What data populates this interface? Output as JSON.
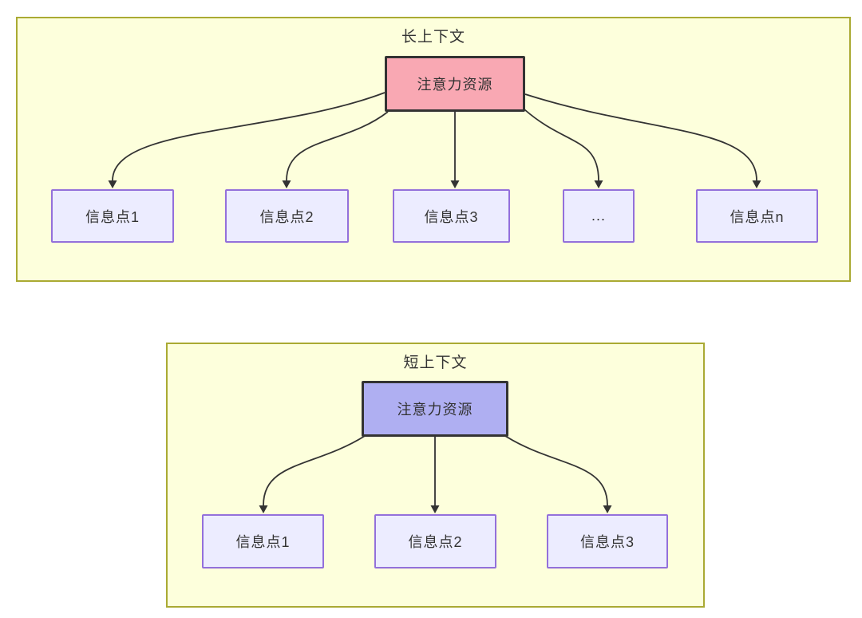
{
  "diagram": {
    "groups": [
      {
        "title": "长上下文",
        "attention_label": "注意力资源",
        "nodes": [
          {
            "label": "信息点1"
          },
          {
            "label": "信息点2"
          },
          {
            "label": "信息点3"
          },
          {
            "label": "..."
          },
          {
            "label": "信息点n"
          }
        ]
      },
      {
        "title": "短上下文",
        "attention_label": "注意力资源",
        "nodes": [
          {
            "label": "信息点1"
          },
          {
            "label": "信息点2"
          },
          {
            "label": "信息点3"
          }
        ]
      }
    ],
    "colors": {
      "container_bg": "#fdffdc",
      "container_border": "#aaaa33",
      "attention_long_bg": "#f9a8b3",
      "attention_short_bg": "#afaff2",
      "attention_border": "#333333",
      "info_node_bg": "#ececff",
      "info_node_border": "#9370db",
      "arrow": "#333333",
      "text": "#333333"
    }
  }
}
